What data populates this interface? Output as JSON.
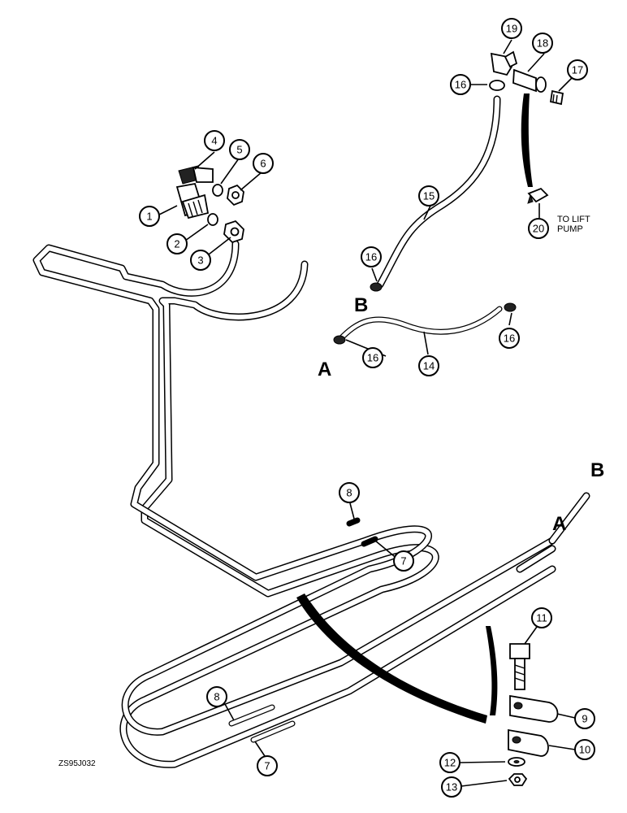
{
  "callouts": {
    "c1": "1",
    "c2": "2",
    "c3": "3",
    "c4": "4",
    "c5": "5",
    "c6": "6",
    "c7a": "7",
    "c7b": "7",
    "c8a": "8",
    "c8b": "8",
    "c9": "9",
    "c10": "10",
    "c11": "11",
    "c12": "12",
    "c13": "13",
    "c14": "14",
    "c15": "15",
    "c16a": "16",
    "c16b": "16",
    "c16c": "16",
    "c16d": "16",
    "c17": "17",
    "c18": "18",
    "c19": "19",
    "c20": "20"
  },
  "connection_labels": {
    "a_left": "A",
    "b_left": "B",
    "a_right": "A",
    "b_right": "B"
  },
  "note": {
    "line1": "TO LIFT",
    "line2": "PUMP"
  },
  "figure_id": "ZS95J032"
}
